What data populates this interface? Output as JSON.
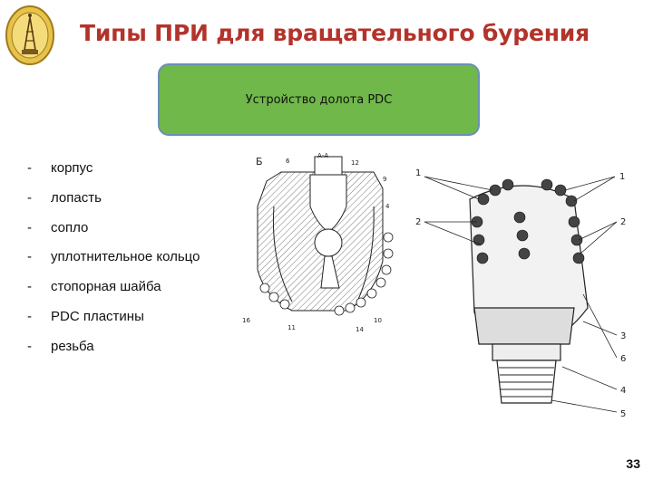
{
  "slide": {
    "title": "Типы ПРИ для вращательного бурения",
    "box_label": "Устройство долота PDC",
    "items": [
      {
        "dash": "-",
        "text": "корпус"
      },
      {
        "dash": "-",
        "text": "лопасть"
      },
      {
        "dash": "-",
        "text": "сопло"
      },
      {
        "dash": "-",
        "text": "уплотнительное кольцо"
      },
      {
        "dash": "-",
        "text": "стопорная шайба"
      },
      {
        "dash": "-",
        "text": "PDC пластины"
      },
      {
        "dash": "-",
        "text": "резьба"
      }
    ],
    "page_number": "33",
    "colors": {
      "title": "#b3332b",
      "box_fill": "#70b84a",
      "box_border": "#6b8fb5"
    },
    "section_drawing": {
      "labels": {
        "b": "Б",
        "section": "А-А",
        "l6": "6",
        "l12": "12",
        "l9": "9",
        "l4": "4",
        "l10": "10",
        "l16": "16",
        "l11": "11",
        "l14": "14"
      }
    },
    "bit_drawing": {
      "labels": {
        "l1a": "1",
        "l1b": "1",
        "l2a": "2",
        "l2b": "2",
        "l3": "3",
        "l6": "6",
        "l4": "4",
        "l5": "5"
      }
    }
  }
}
